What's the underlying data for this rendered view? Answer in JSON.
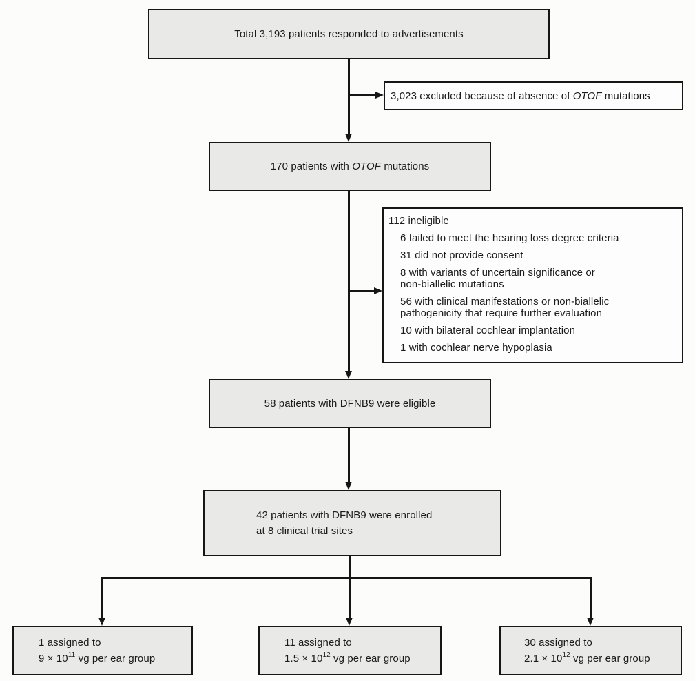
{
  "colors": {
    "background": "#fcfcfb",
    "box_fill_gray": "#e9e9e7",
    "box_fill_white": "#fdfdfd",
    "border": "#161616",
    "text": "#1b1b1b"
  },
  "flow": {
    "responded": {
      "text": "Total 3,193 patients responded to advertisements"
    },
    "excluded": {
      "prefix": "3,023 excluded because of absence of ",
      "gene": "OTOF",
      "suffix": " mutations"
    },
    "otof": {
      "prefix": "170 patients with ",
      "gene": "OTOF",
      "suffix": " mutations"
    },
    "ineligible": {
      "header": "112 ineligible",
      "items": [
        [
          "6 failed to meet the hearing loss degree criteria"
        ],
        [
          "31 did not provide consent"
        ],
        [
          "8 with variants of uncertain significance or",
          "non-biallelic mutations"
        ],
        [
          "56 with clinical manifestations or non-biallelic",
          "pathogenicity that require further evaluation"
        ],
        [
          "10 with bilateral cochlear implantation"
        ],
        [
          "1 with cochlear nerve hypoplasia"
        ]
      ]
    },
    "eligible": {
      "text": "58 patients with DFNB9 were eligible"
    },
    "enrolled": {
      "line1": "42 patients with DFNB9 were enrolled",
      "line2": "at 8 clinical trial sites"
    },
    "groups": [
      {
        "line1": "1 assigned to",
        "dose_base": "9 × 10",
        "dose_exp": "11",
        "dose_rest": " vg per ear group"
      },
      {
        "line1": "11 assigned to",
        "dose_base": "1.5 × 10",
        "dose_exp": "12",
        "dose_rest": " vg per ear group"
      },
      {
        "line1": "30 assigned to",
        "dose_base": "2.1 × 10",
        "dose_exp": "12",
        "dose_rest": " vg per ear group"
      }
    ]
  }
}
